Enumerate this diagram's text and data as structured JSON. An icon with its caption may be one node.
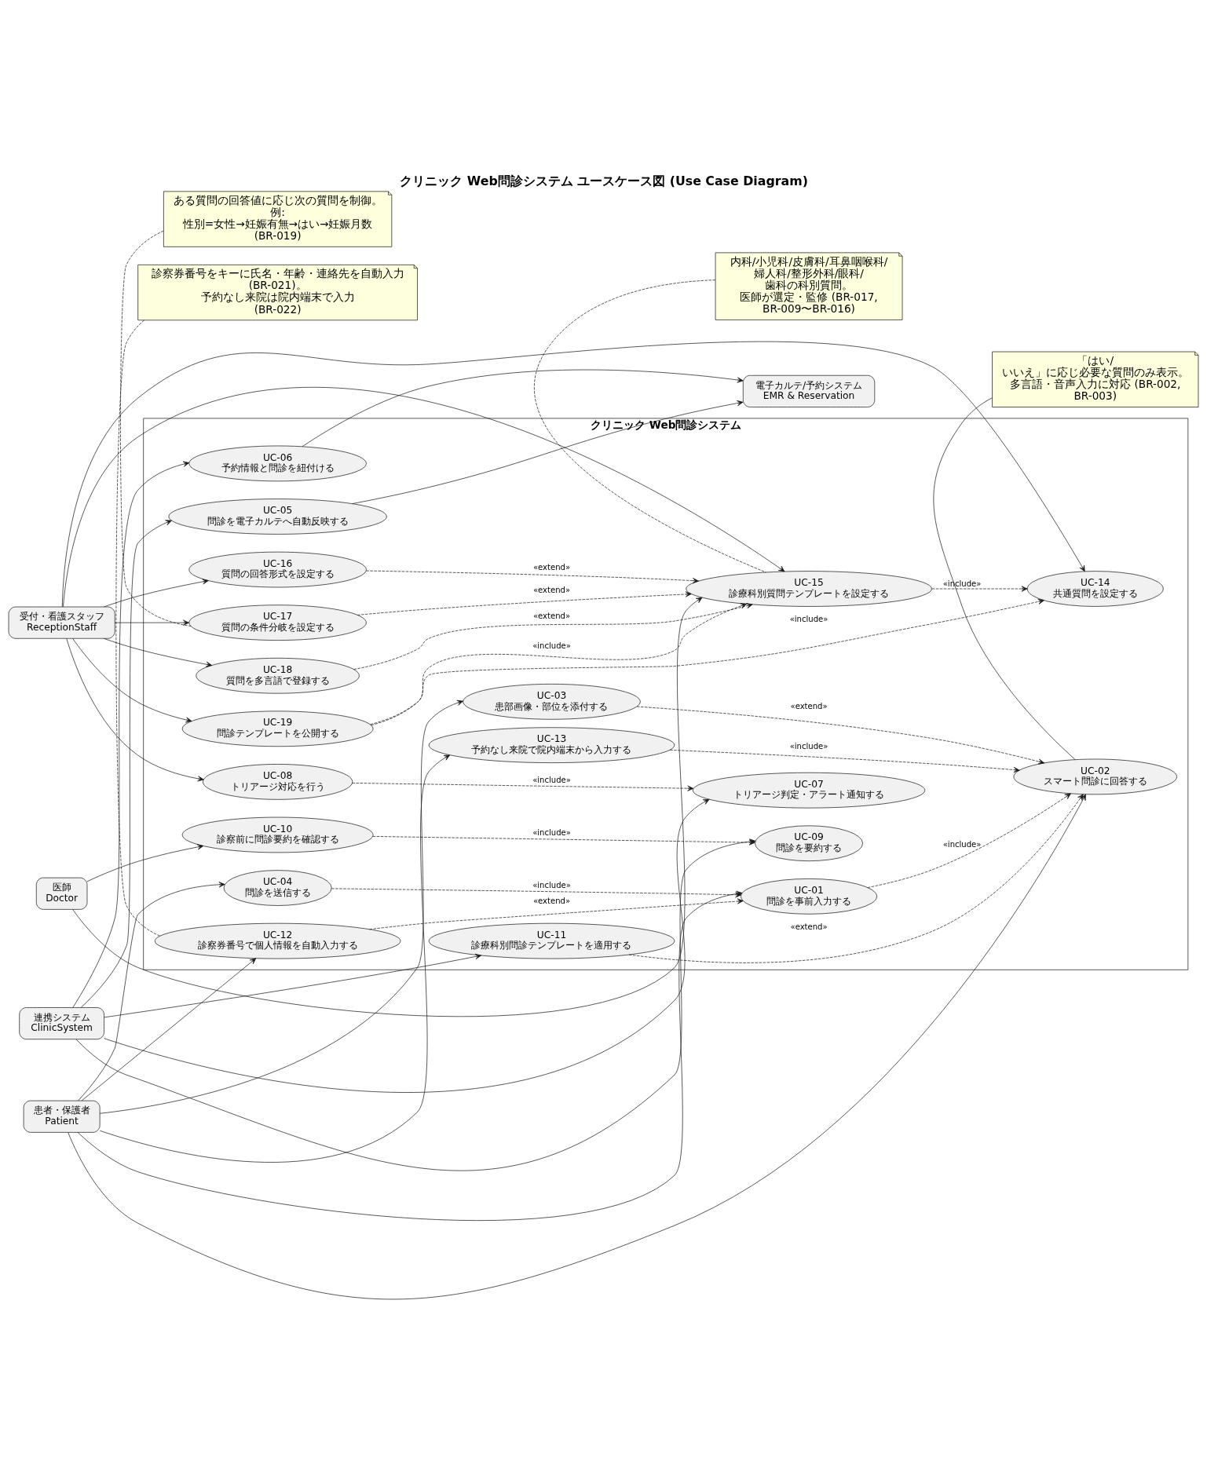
{
  "diagram": {
    "title": "クリニック Web問診システム ユースケース図 (Use Case Diagram)",
    "nodes": [
      {
        "text": [
          "患者・保護者",
          "Patient"
        ]
      },
      {
        "text": [
          "連携システム",
          "ClinicSystem"
        ]
      },
      {
        "text": [
          "医師",
          "Doctor"
        ]
      },
      {
        "text": [
          "受付・看護スタッフ",
          "ReceptionStaff"
        ]
      },
      {
        "text": [
          "診察券番号をキーに氏名・年齢・連絡先を自動入力 (BR-021)。予約なし来院は院内端末で入力 (BR-022)"
        ]
      },
      {
        "text": [
          "ある質問の回答値に応じ次の質問を制御。例: 性別=女性→妊娠有無→はい→妊娠月数 (BR-019)"
        ]
      },
      {
        "text": [
          "内科/小児科/皮膚科/耳鼻咽喉科/婦人科/整形外科/眼科/歯科の科別質問。医師が選定・監修 (BR-017, BR-009〜BR-016)"
        ]
      },
      {
        "text": [
          "「はい/いいえ」に応じ必要な質問のみ表示。多言語・音声入力に対応 (BR-002, BR-003)"
        ]
      },
      {
        "text": [
          "クリニック Web問診システム"
        ]
      },
      {
        "text": [
          "UC-12",
          "診察券番号で個人情報を自動入力する"
        ],
        "in": 8
      },
      {
        "text": [
          "UC-03",
          "患部画像・部位を添付する"
        ],
        "in": 8
      },
      {
        "text": [
          "UC-02",
          "スマート問診に回答する"
        ],
        "in": 8
      },
      {
        "text": [
          "UC-04",
          "問診を送信する"
        ],
        "in": 8
      },
      {
        "text": [
          "UC-13",
          "予約なし来院で院内端末から入力する"
        ],
        "in": 8
      },
      {
        "text": [
          "UC-10",
          "診察前に問診要約を確認する"
        ],
        "in": 8
      },
      {
        "text": [
          "UC-11",
          "診療科別問診テンプレートを適用する"
        ],
        "in": 8
      },
      {
        "text": [
          "UC-01",
          "問診を事前入力する"
        ],
        "in": 8
      },
      {
        "text": [
          "UC-08",
          "トリアージ対応を行う"
        ],
        "in": 8
      },
      {
        "text": [
          "UC-09",
          "問診を要約する"
        ],
        "in": 8
      },
      {
        "text": [
          "UC-16",
          "質問の回答形式を設定する"
        ],
        "in": 8
      },
      {
        "text": [
          "UC-07",
          "トリアージ判定・アラート通知する"
        ],
        "in": 8
      },
      {
        "text": [
          "UC-17",
          "質問の条件分岐を設定する"
        ],
        "in": 8
      },
      {
        "text": [
          "UC-18",
          "質問を多言語で登録する"
        ],
        "in": 8
      },
      {
        "text": [
          "UC-15",
          "診療科別質問テンプレートを設定する"
        ],
        "in": 8
      },
      {
        "text": [
          "UC-19",
          "問診テンプレートを公開する"
        ],
        "in": 8
      },
      {
        "text": [
          "UC-14",
          "共通質問を設定する"
        ],
        "in": 8
      },
      {
        "text": [
          "UC-05",
          "問診を電子カルテへ自動反映する"
        ],
        "in": 8
      },
      {
        "text": [
          "UC-06",
          "予約情報と問診を紐付ける"
        ],
        "in": 8
      },
      {
        "text": [
          "電子カルテ/予約システム",
          "EMR & Reservation"
        ]
      }
    ],
    "edges": [
      {
        "from": 0,
        "to": 11,
        "arrow": "to"
      },
      {
        "from": 0,
        "to": 10,
        "arrow": "to"
      },
      {
        "from": 0,
        "to": 13,
        "arrow": "to"
      },
      {
        "from": 0,
        "to": 16,
        "arrow": "to"
      },
      {
        "from": 0,
        "to": 9,
        "arrow": "to"
      },
      {
        "from": 0,
        "to": 12,
        "arrow": "to"
      },
      {
        "from": 1,
        "to": 15,
        "arrow": "to"
      },
      {
        "from": 1,
        "to": 18,
        "arrow": "to"
      },
      {
        "from": 1,
        "to": 20,
        "arrow": "to"
      },
      {
        "from": 1,
        "to": 26,
        "arrow": "to"
      },
      {
        "from": 1,
        "to": 27,
        "arrow": "to"
      },
      {
        "from": 2,
        "to": 14,
        "arrow": "to"
      },
      {
        "from": 2,
        "to": 23,
        "arrow": "to"
      },
      {
        "from": 3,
        "to": 17,
        "arrow": "to"
      },
      {
        "from": 3,
        "to": 19,
        "arrow": "to"
      },
      {
        "from": 3,
        "to": 21,
        "arrow": "to"
      },
      {
        "from": 3,
        "to": 22,
        "arrow": "to"
      },
      {
        "from": 3,
        "to": 24,
        "arrow": "to"
      },
      {
        "from": 3,
        "to": 23,
        "arrow": "to"
      },
      {
        "from": 3,
        "to": 25,
        "arrow": "to"
      },
      {
        "from": 26,
        "to": 28,
        "arrow": "to"
      },
      {
        "from": 27,
        "to": 28,
        "arrow": "to"
      },
      {
        "from": 4,
        "to": 9,
        "arrow": "none",
        "style": "dashed"
      },
      {
        "from": 5,
        "to": 21,
        "arrow": "none",
        "style": "dashed"
      },
      {
        "from": 6,
        "to": 23,
        "arrow": "none",
        "style": "dashed"
      },
      {
        "from": 7,
        "to": 11,
        "arrow": "none"
      },
      {
        "from": 9,
        "to": 16,
        "arrow": "to",
        "label": "«extend»",
        "style": "dashed"
      },
      {
        "from": 12,
        "to": 16,
        "arrow": "to",
        "label": "«include»",
        "style": "dashed"
      },
      {
        "from": 14,
        "to": 18,
        "arrow": "to",
        "label": "«include»",
        "style": "dashed"
      },
      {
        "from": 17,
        "to": 20,
        "arrow": "to",
        "label": "«include»",
        "style": "dashed"
      },
      {
        "from": 19,
        "to": 23,
        "arrow": "to",
        "label": "«extend»",
        "style": "dashed"
      },
      {
        "from": 21,
        "to": 23,
        "arrow": "to",
        "label": "«extend»",
        "style": "dashed"
      },
      {
        "from": 22,
        "to": 23,
        "arrow": "to",
        "label": "«extend»",
        "style": "dashed"
      },
      {
        "from": 24,
        "to": 23,
        "arrow": "to",
        "label": "«include»",
        "style": "dashed"
      },
      {
        "from": 24,
        "to": 25,
        "arrow": "to",
        "label": "«include»",
        "style": "dashed"
      },
      {
        "from": 23,
        "to": 25,
        "arrow": "to",
        "label": "«include»",
        "style": "dashed"
      },
      {
        "from": 10,
        "to": 11,
        "arrow": "to",
        "label": "«extend»",
        "style": "dashed"
      },
      {
        "from": 13,
        "to": 11,
        "arrow": "to",
        "label": "«include»",
        "style": "dashed"
      },
      {
        "from": 15,
        "to": 11,
        "arrow": "to",
        "label": "«extend»",
        "style": "dashed"
      },
      {
        "from": 16,
        "to": 11,
        "arrow": "to",
        "label": "«include»",
        "style": "dashed"
      }
    ]
  }
}
